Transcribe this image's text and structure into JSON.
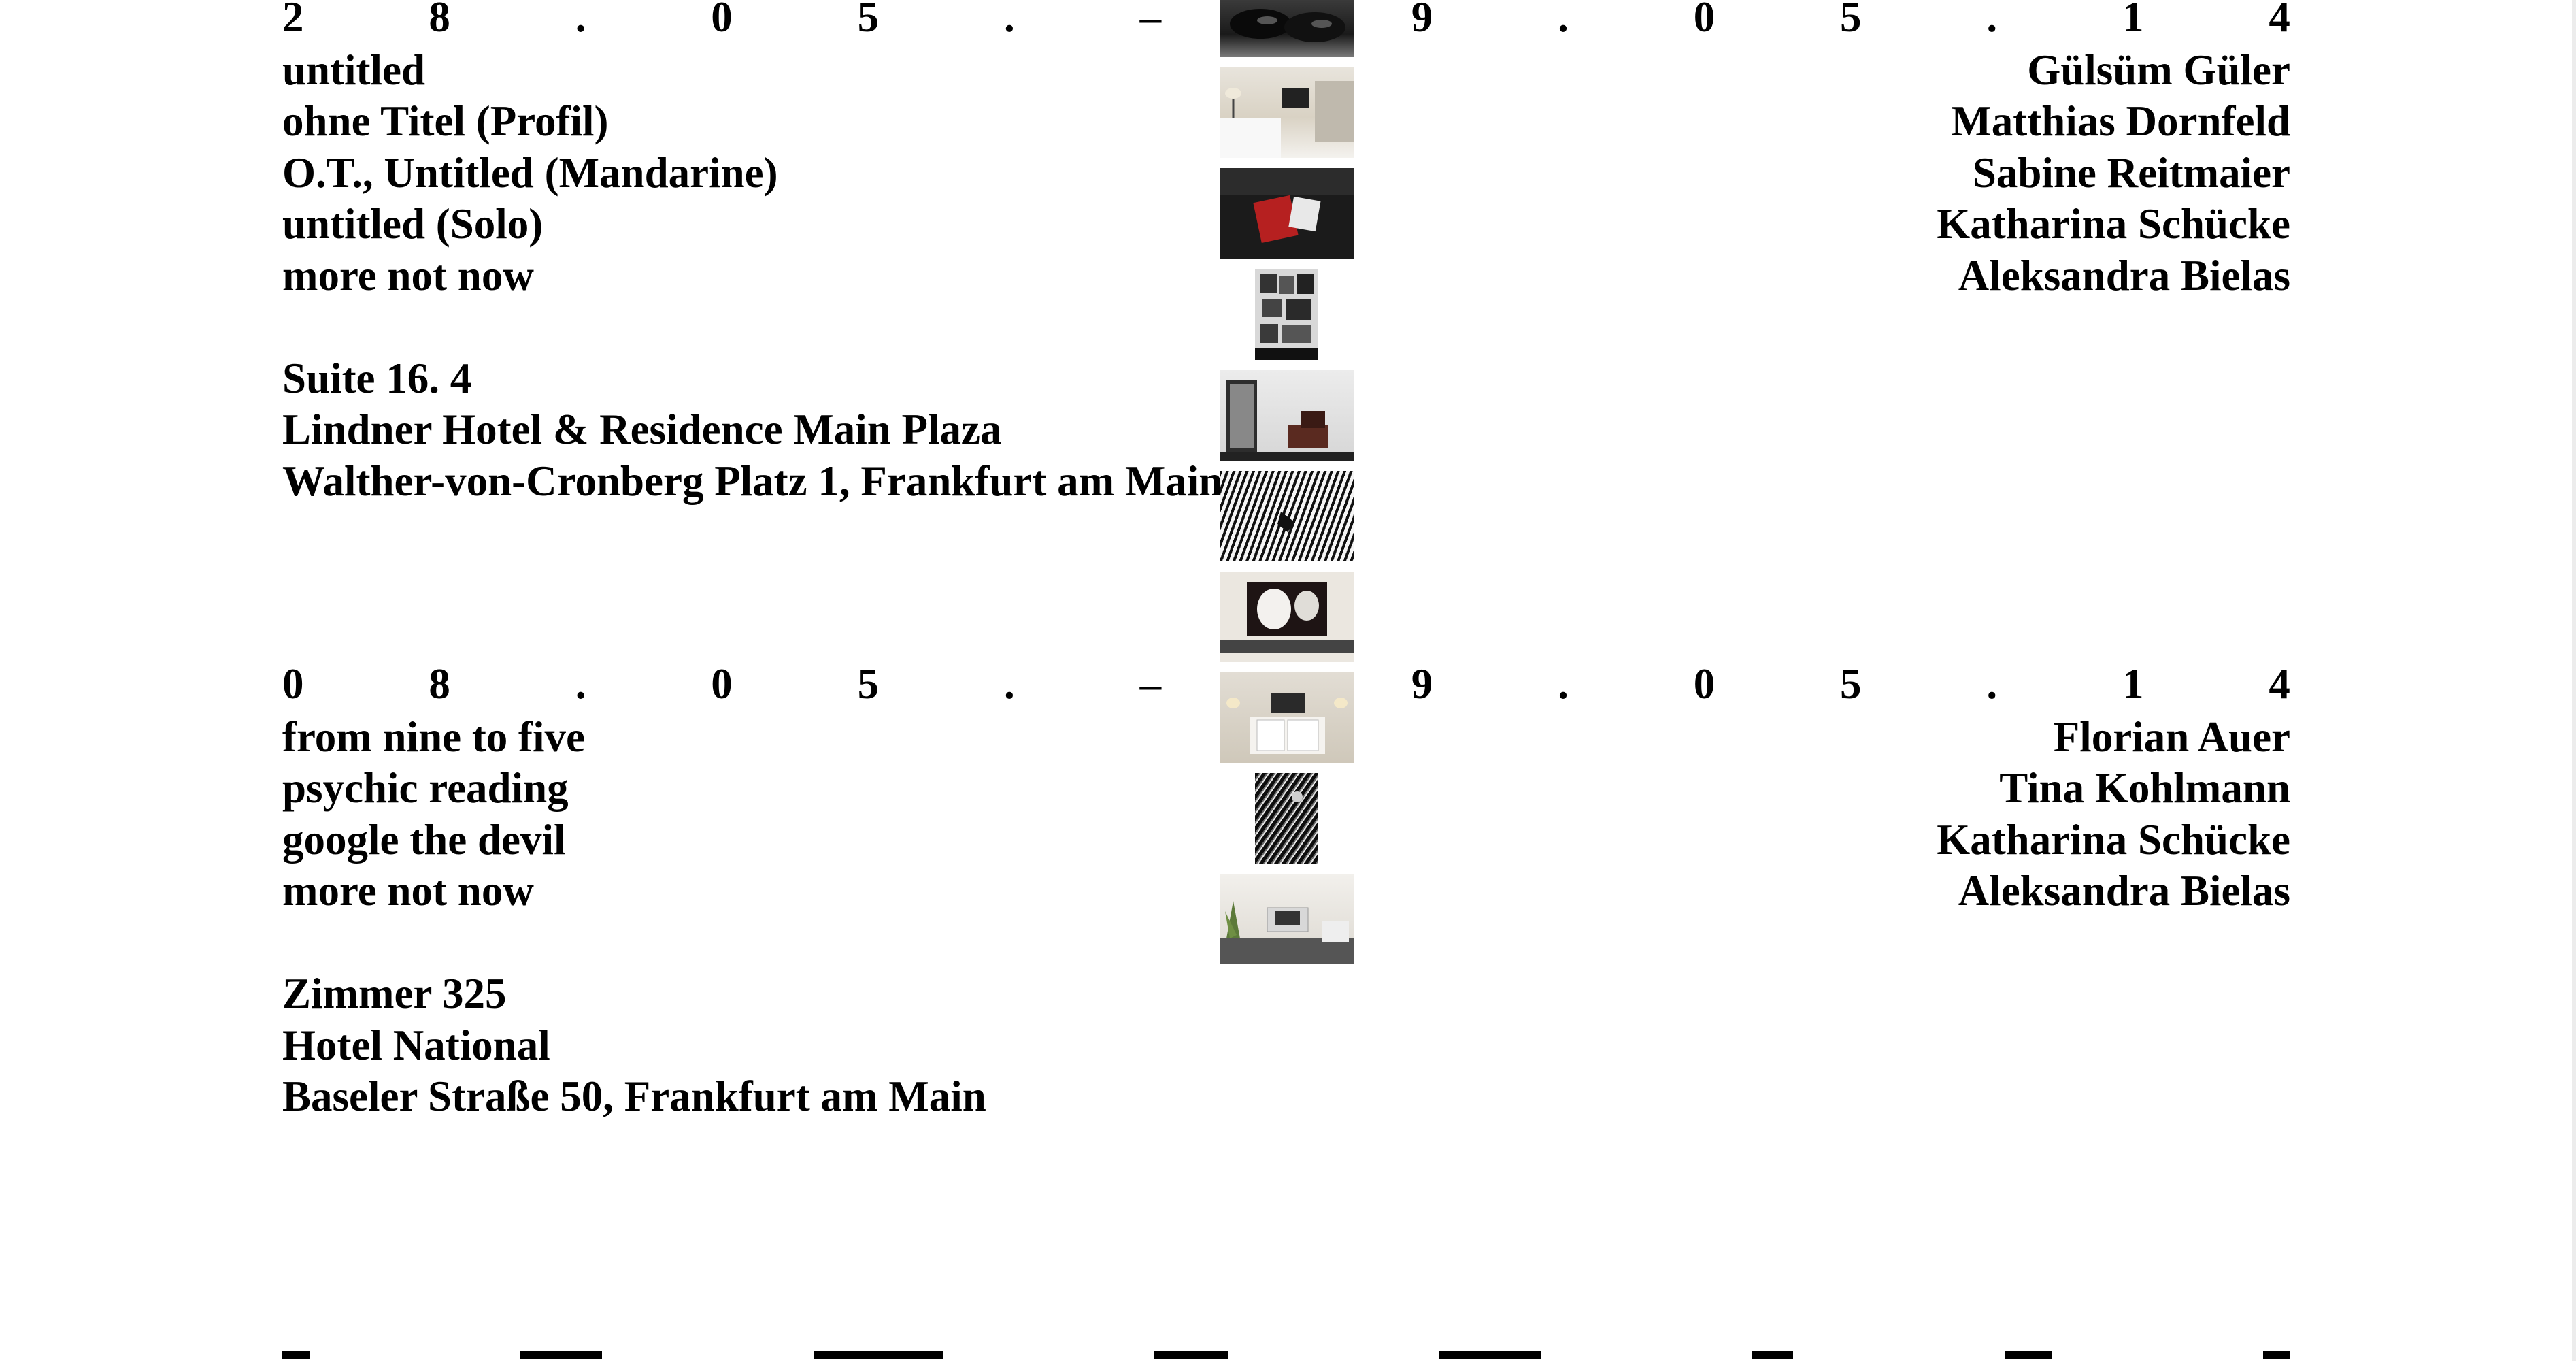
{
  "events": [
    {
      "dates": [
        "2",
        "8",
        ".",
        "0",
        "5",
        ".",
        "–",
        "",
        "9",
        ".",
        "0",
        "5",
        ".",
        "1",
        "4"
      ],
      "works": [
        {
          "title": "untitled",
          "artist": "Gülsüm Güler"
        },
        {
          "title": "ohne Titel (Profil)",
          "artist": "Matthias Dornfeld"
        },
        {
          "title": "O.T., Untitled (Mandarine)",
          "artist": "Sabine Reitmaier"
        },
        {
          "title": "untitled (Solo)",
          "artist": "Katharina Schücke"
        },
        {
          "title": "more not now",
          "artist": "Aleksandra Bielas"
        }
      ],
      "room": "Suite 16. 4",
      "hotel": "Lindner Hotel & Residence Main Plaza",
      "address": "Walther-von-Cronberg Platz 1, Frankfurt am Main"
    },
    {
      "dates": [
        "0",
        "8",
        ".",
        "0",
        "5",
        ".",
        "–",
        "",
        "9",
        ".",
        "0",
        "5",
        ".",
        "1",
        "4"
      ],
      "works": [
        {
          "title": "from nine to five",
          "artist": "Florian Auer"
        },
        {
          "title": "psychic reading",
          "artist": "Tina Kohlmann"
        },
        {
          "title": "google the devil",
          "artist": "Katharina Schücke"
        },
        {
          "title": "more not now",
          "artist": "Aleksandra Bielas"
        }
      ],
      "room": "Zimmer 325",
      "hotel": "Hotel National",
      "address": "Baseler Straße 50, Frankfurt am Main"
    }
  ],
  "thumbnails": [
    {
      "name": "thumb-black-shoes"
    },
    {
      "name": "thumb-hotel-bedroom"
    },
    {
      "name": "thumb-red-book-table"
    },
    {
      "name": "thumb-grayscale-collage"
    },
    {
      "name": "thumb-room-with-art"
    },
    {
      "name": "thumb-striped-pattern"
    },
    {
      "name": "thumb-abstract-painting"
    },
    {
      "name": "thumb-hotel-room-interior"
    },
    {
      "name": "thumb-grayscale-lines"
    },
    {
      "name": "thumb-living-room"
    }
  ],
  "colors": {
    "background": "#ffffff",
    "text": "#000000"
  }
}
